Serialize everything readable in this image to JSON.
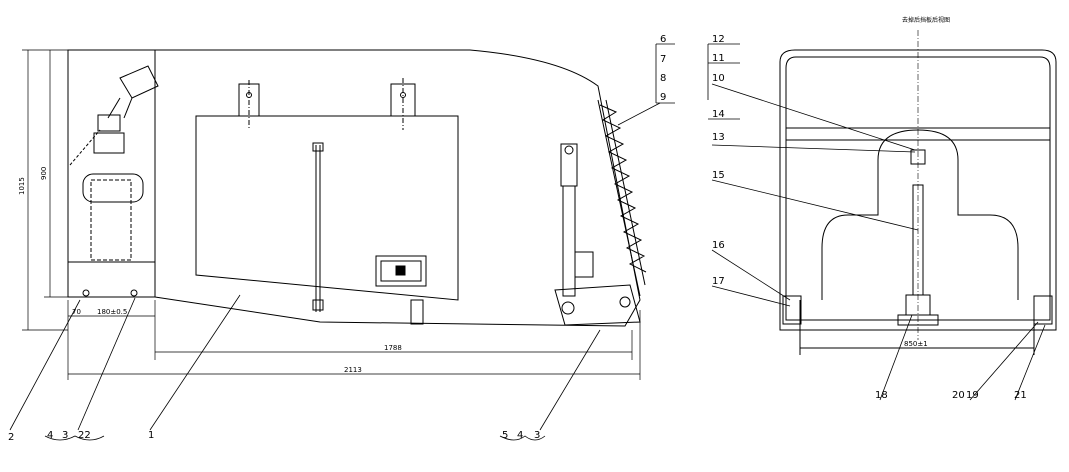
{
  "drawing": {
    "side_view": {
      "dimensions": {
        "height_outer": "1015",
        "height_inner": "900",
        "left_offset": "70",
        "bolt_spacing": "180±0.5",
        "length_main": "1788",
        "length_total": "2113"
      },
      "callouts": [
        "6",
        "7",
        "8",
        "9",
        "2",
        "4",
        "3",
        "22",
        "1",
        "5",
        "4",
        "3"
      ]
    },
    "rear_view": {
      "title": "去掉后挡板后视图",
      "dimensions": {
        "mount_width": "850±1"
      },
      "callouts": [
        "12",
        "11",
        "10",
        "14",
        "13",
        "15",
        "16",
        "17",
        "18",
        "20",
        "19",
        "21"
      ]
    }
  }
}
